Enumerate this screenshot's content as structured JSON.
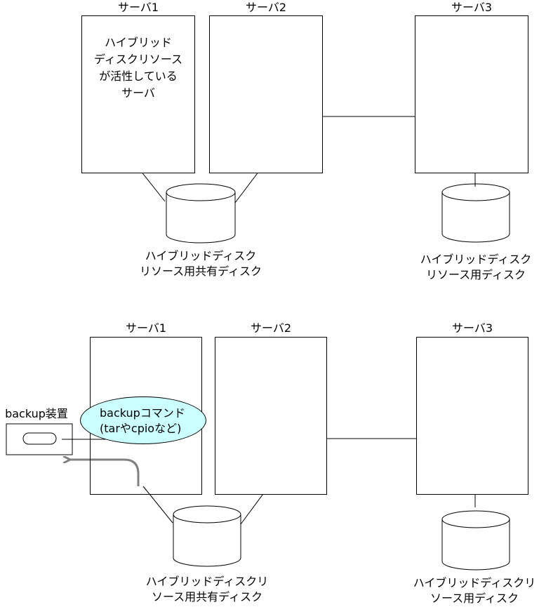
{
  "top_scenario": {
    "servers": [
      {
        "label": "サーバ1",
        "note_lines": [
          "ハイブリッド",
          "ディスクリソース",
          "が活性している",
          "サーバ"
        ]
      },
      {
        "label": "サーバ2"
      },
      {
        "label": "サーバ3"
      }
    ],
    "shared_disk_label_lines": [
      "ハイブリッドディスク",
      "リソース用共有ディスク"
    ],
    "local_disk_label_lines": [
      "ハイブリッドディスク",
      "リソース用ディスク"
    ]
  },
  "bottom_scenario": {
    "servers": [
      {
        "label": "サーバ1"
      },
      {
        "label": "サーバ2"
      },
      {
        "label": "サーバ3"
      }
    ],
    "backup_device_label": "backup装置",
    "backup_command_lines": [
      "backupコマンド",
      "(tarやcpioなど)"
    ],
    "shared_disk_label_lines": [
      "ハイブリッドディスクリ",
      "ソース用共有ディスク"
    ],
    "local_disk_label_lines": [
      "ハイブリッドディスクリ",
      "ソース用ディスク"
    ]
  },
  "colors": {
    "line": "#000000",
    "arrow": "#808080",
    "ellipse_fill": "#ccffff"
  }
}
